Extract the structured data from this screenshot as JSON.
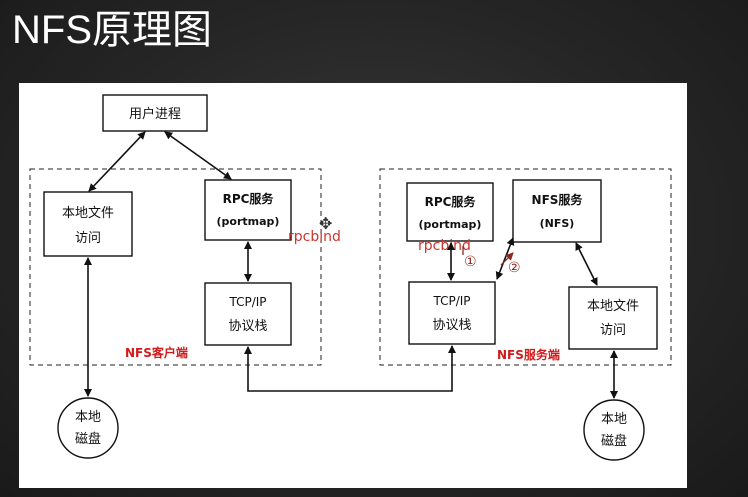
{
  "title": "NFS原理图",
  "diagram": {
    "user_process": "用户进程",
    "client": {
      "group_label": "NFS客户端",
      "local_file_access": [
        "本地文件",
        "访问"
      ],
      "rpc_service": [
        "RPC服务",
        "(portmap)"
      ],
      "rpc_annotation": "rpcbind",
      "tcpip": [
        "TCP/IP",
        "协议栈"
      ],
      "disk": [
        "本地",
        "磁盘"
      ]
    },
    "server": {
      "group_label": "NFS服务端",
      "rpc_service": [
        "RPC服务",
        "(portmap)"
      ],
      "rpc_annotation": "rpcbind",
      "nfs_service": [
        "NFS服务",
        "(NFS)"
      ],
      "tcpip": [
        "TCP/IP",
        "协议栈"
      ],
      "local_file_access": [
        "本地文件",
        "访问"
      ],
      "disk": [
        "本地",
        "磁盘"
      ],
      "step_1": "①",
      "step_2": "②"
    }
  },
  "colors": {
    "group_label": "#d21a1a",
    "annotation": "#c8362e",
    "step_arrows": "#8b2a1f",
    "lines": "#111111"
  }
}
